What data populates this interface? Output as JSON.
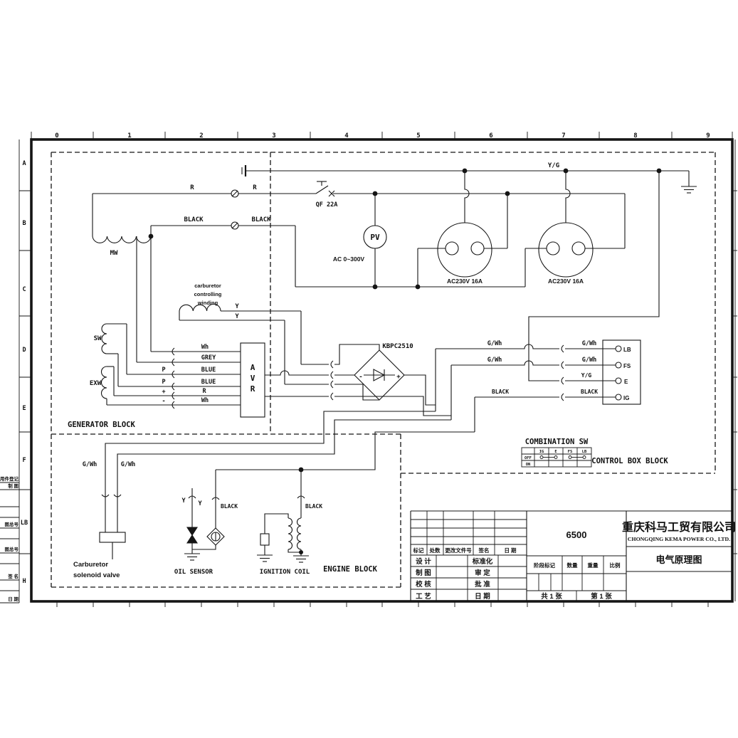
{
  "ruler": {
    "top": [
      "0",
      "1",
      "2",
      "3",
      "4",
      "5",
      "6",
      "7",
      "8",
      "9"
    ],
    "left": [
      "A",
      "B",
      "C",
      "D",
      "E",
      "F",
      "LB",
      "H"
    ]
  },
  "margin": [
    "用件登记",
    "制 图",
    "图总号",
    "图总号",
    "签 名",
    "日 期"
  ],
  "blocks": {
    "generator": "GENERATOR BLOCK",
    "control_box": "CONTROL BOX BLOCK",
    "engine": "ENGINE BLOCK"
  },
  "top_circuit": {
    "r_left": "R",
    "r_right": "R",
    "black_left": "BLACK",
    "black_right": "BLACK",
    "breaker": "QF 22A",
    "pv": "PV",
    "pv_range": "AC 0~300V",
    "yg": "Y/G",
    "socket1": "AC230V 16A",
    "socket2": "AC230V 16A",
    "mw": "MW"
  },
  "generator": {
    "sw": "SW",
    "exw": "EXW",
    "carb1": "carburetor",
    "carb2": "controlling",
    "carb3": "winding",
    "y_upper": "Y",
    "y_lower": "Y",
    "avr_in": [
      "Wh",
      "GREY",
      "BLUE",
      "BLUE",
      "R",
      "Wh"
    ],
    "marks": [
      "P",
      "P",
      "+",
      "-"
    ],
    "avr": [
      "A",
      "V",
      "R"
    ]
  },
  "rectifier": {
    "name": "KBPC2510",
    "plus": "+",
    "minus": "-"
  },
  "control": {
    "gwh_left1": "G/Wh",
    "gwh_left2": "G/Wh",
    "gwh_right1": "G/Wh",
    "gwh_right2": "G/Wh",
    "yg": "Y/G",
    "black_left": "BLACK",
    "black_right": "BLACK",
    "terminals": [
      "LB",
      "FS",
      "E",
      "IG"
    ]
  },
  "combo": {
    "title": "COMBINATION SW",
    "headers": [
      "IG",
      "E",
      "FS",
      "LB"
    ],
    "rows": [
      "OFF",
      "ON"
    ]
  },
  "engine": {
    "gwh1": "G/Wh",
    "gwh2": "G/Wh",
    "y1": "Y",
    "y2": "Y",
    "black_oil": "BLACK",
    "black_ign": "BLACK",
    "carb_l1": "Carburetor",
    "carb_l2": "solenoid valve",
    "oil_sensor": "OIL SENSOR",
    "ignition": "IGNITION COIL"
  },
  "title_block": {
    "model": "6500",
    "company_cn": "重庆科马工贸有限公司",
    "company_en": "CHONGQING KEMA POWER CO., LTD.",
    "drawing_title": "电气原理图",
    "rev_headers": [
      "标记",
      "处数",
      "更改文件号",
      "签名",
      "日 期"
    ],
    "roles_left": [
      "设 计",
      "制 图",
      "校 核",
      "工 艺"
    ],
    "roles_right": [
      "标准化",
      "审 定",
      "批 准",
      "日 期"
    ],
    "stage": "阶段标记",
    "qty": "数量",
    "weight": "重量",
    "scale": "比例",
    "sheets_total": "共 1 张",
    "sheet_no": "第 1 张"
  }
}
